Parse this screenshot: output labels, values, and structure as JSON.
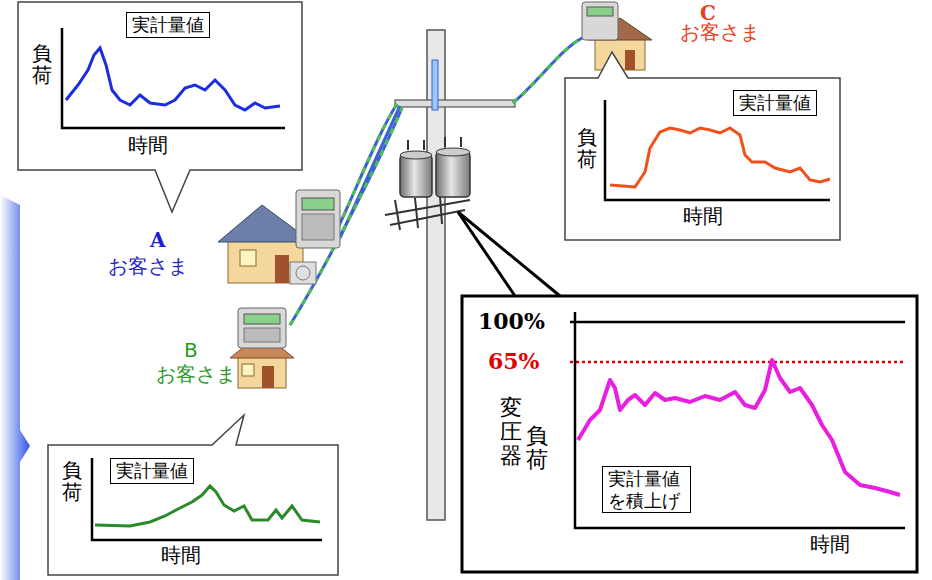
{
  "diagram": {
    "nodes": [
      {
        "text": [
          "負荷",
          "時間"
        ]
      },
      {
        "text": [
          "実計量値"
        ],
        "in": 0
      },
      {
        "text": [
          "負荷",
          "時間"
        ]
      },
      {
        "text": [
          "実計量値"
        ],
        "in": 2
      },
      {
        "text": [
          "100%",
          "65%",
          "変圧器",
          "負荷",
          "時間"
        ]
      },
      {
        "text": [
          "実計量値を積上げ"
        ],
        "in": 4
      },
      {
        "text": [
          "負荷",
          "時間"
        ]
      },
      {
        "text": [
          "実計量値"
        ],
        "in": 6
      }
    ],
    "labels": [
      "C",
      "お客さま",
      "A",
      "お客さま",
      "B",
      "お客さま"
    ]
  }
}
